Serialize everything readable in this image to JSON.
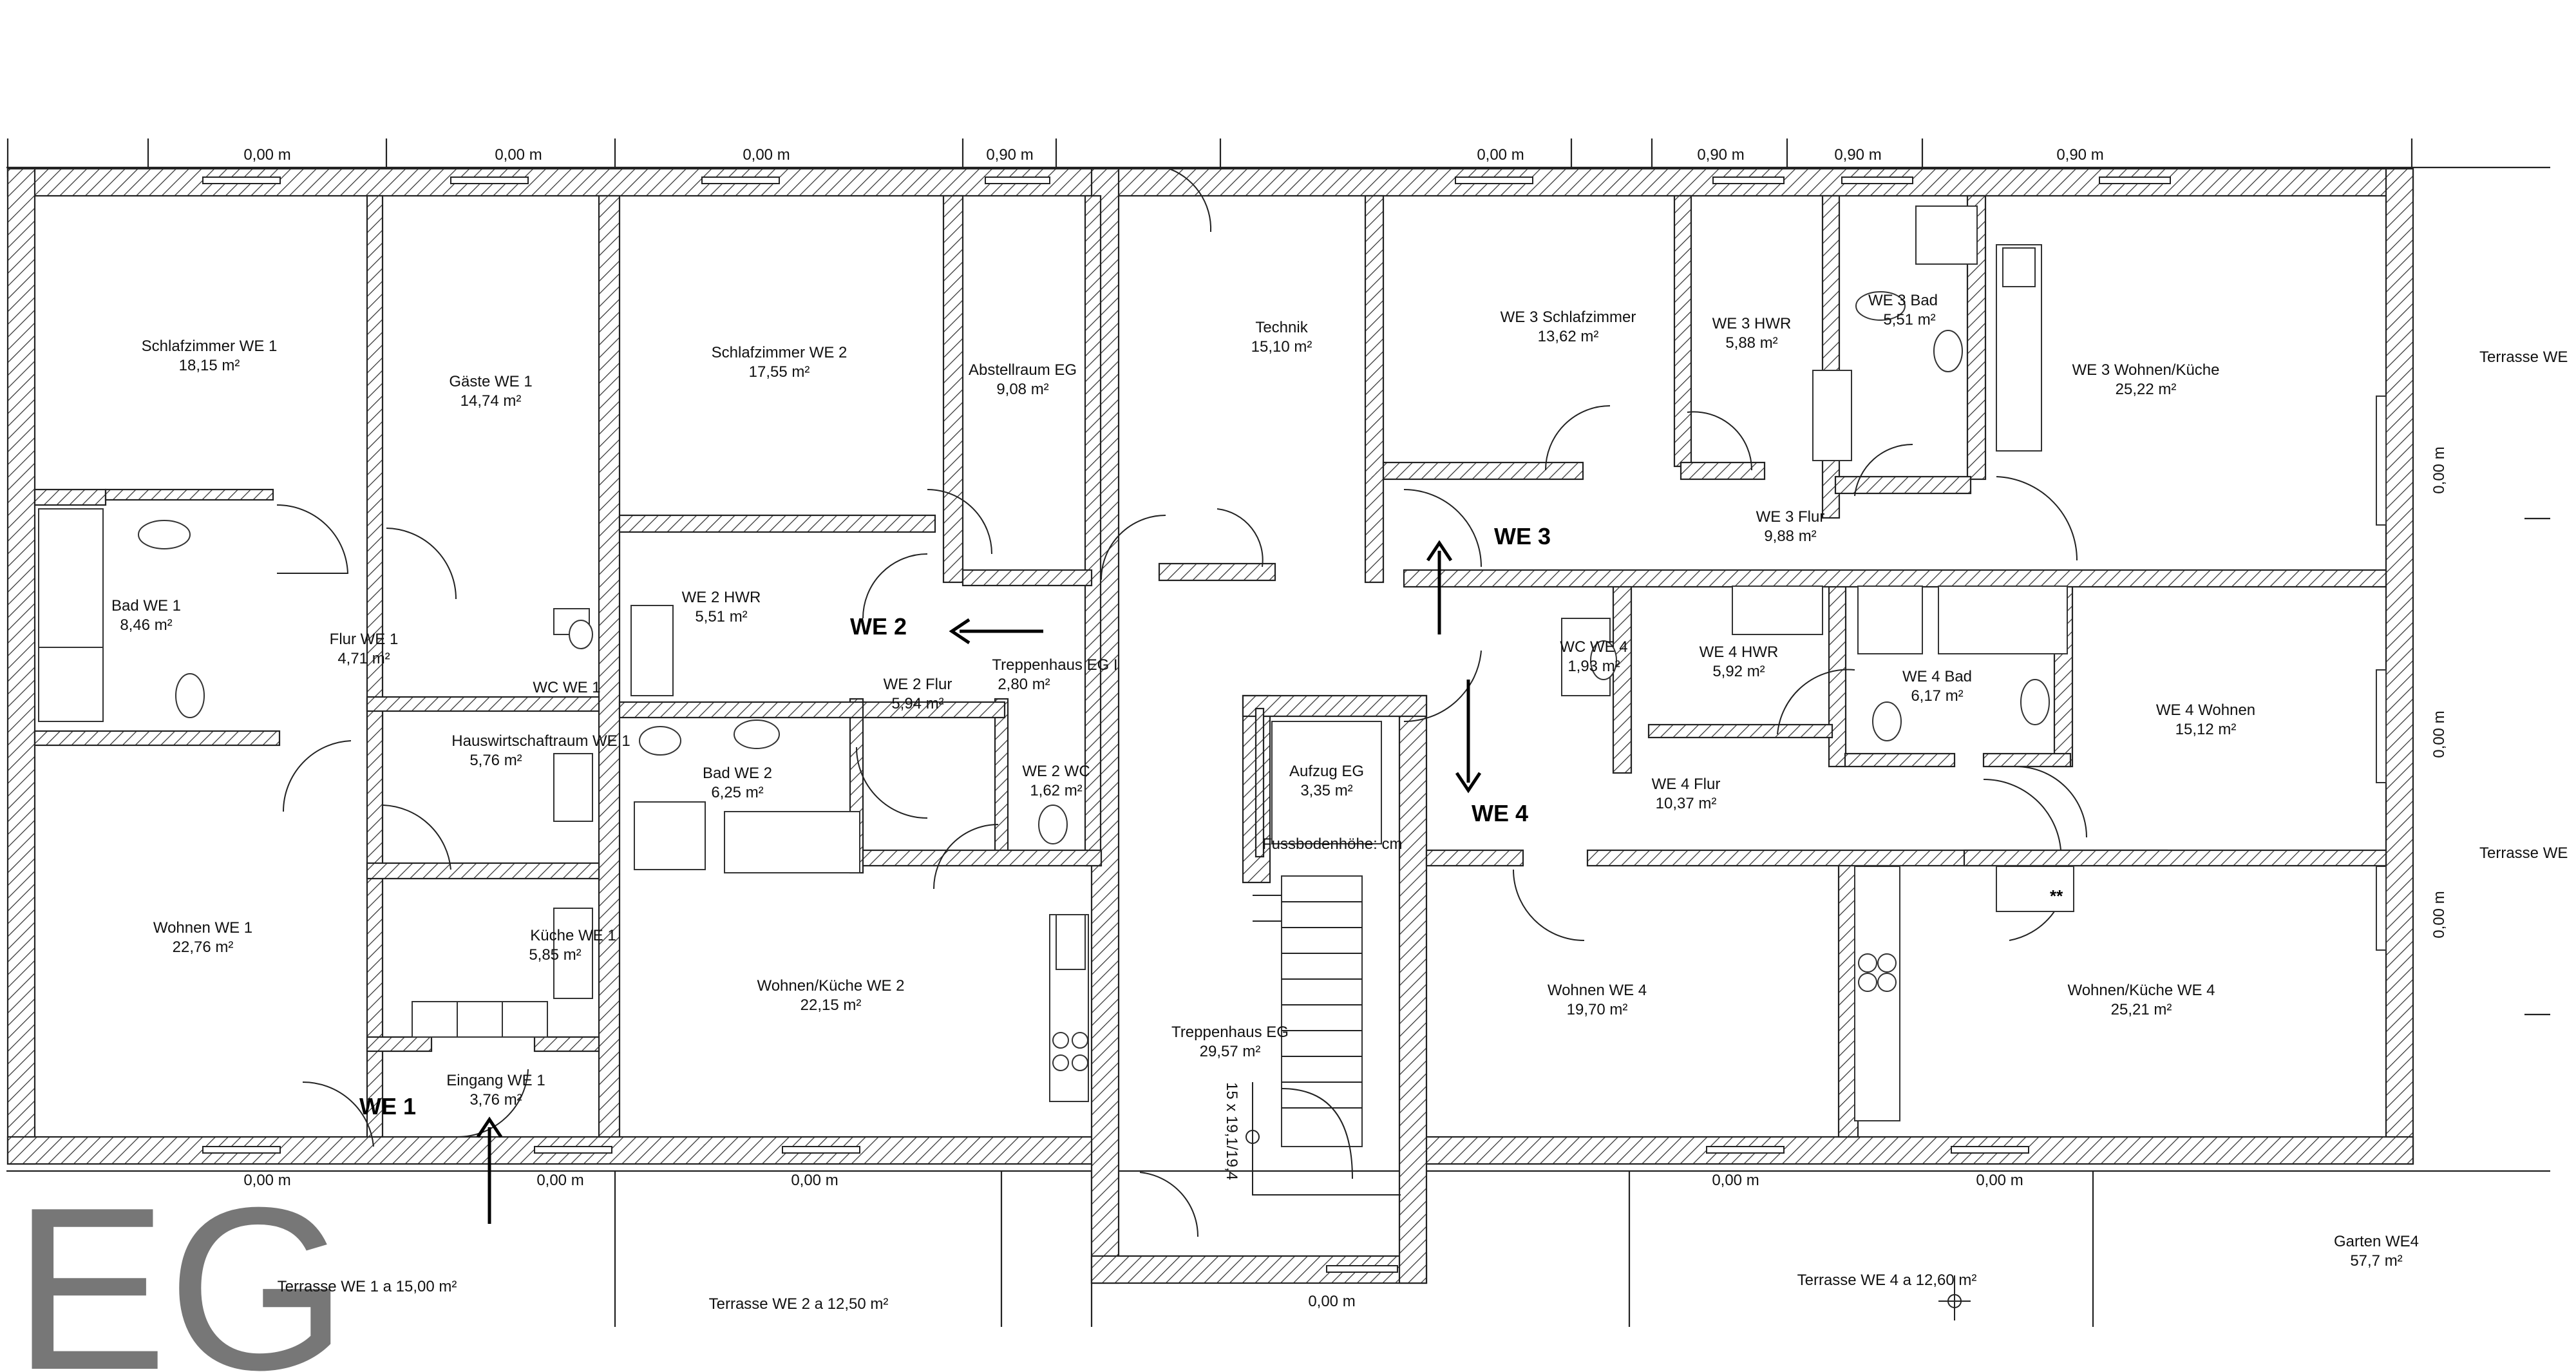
{
  "floor_label": "EG",
  "unit_labels": {
    "we1": "WE 1",
    "we2": "WE 2",
    "we3": "WE 3",
    "we4": "WE 4"
  },
  "rooms": [
    {
      "name": "Schlafzimmer WE 1",
      "area": "18,15 m²"
    },
    {
      "name": "Gäste WE 1",
      "area": "14,74 m²"
    },
    {
      "name": "Schlafzimmer WE 2",
      "area": "17,55 m²"
    },
    {
      "name": "Abstellraum EG",
      "area": "9,08 m²"
    },
    {
      "name": "Technik",
      "area": "15,10 m²"
    },
    {
      "name": "WE 3 Schlafzimmer",
      "area": "13,62 m²"
    },
    {
      "name": "WE 3 HWR",
      "area": "5,88 m²"
    },
    {
      "name": "WE 3 Bad",
      "area": "5,51 m²"
    },
    {
      "name": "WE 3 Wohnen/Küche",
      "area": "25,22 m²"
    },
    {
      "name": "Bad WE 1",
      "area": "8,46 m²"
    },
    {
      "name": "Flur WE 1",
      "area": "4,71 m²"
    },
    {
      "name": "WC WE 1",
      "area": ""
    },
    {
      "name": "WE 2 HWR",
      "area": "5,51 m²"
    },
    {
      "name": "Treppenhaus EG I",
      "area": "2,80 m²"
    },
    {
      "name": "WE 3 Flur",
      "area": "9,88 m²"
    },
    {
      "name": "WE 2 Flur",
      "area": "5,94 m²"
    },
    {
      "name": "WC WE 4",
      "area": "1,93 m²"
    },
    {
      "name": "WE 4 HWR",
      "area": "5,92 m²"
    },
    {
      "name": "WE 4 Bad",
      "area": "6,17 m²"
    },
    {
      "name": "WE 4 Wohnen",
      "area": "15,12 m²"
    },
    {
      "name": "Hauswirtschaftraum WE 1",
      "area": "5,76 m²"
    },
    {
      "name": "Bad WE 2",
      "area": "6,25 m²"
    },
    {
      "name": "WE 2 WC",
      "area": "1,62 m²"
    },
    {
      "name": "Aufzug EG",
      "area": "3,35 m²"
    },
    {
      "name": "WE 4 Flur",
      "area": "10,37 m²"
    },
    {
      "name": "Küche WE 1",
      "area": "5,85 m²"
    },
    {
      "name": "Wohnen WE 1",
      "area": "22,76 m²"
    },
    {
      "name": "Wohnen/Küche WE 2",
      "area": "22,15 m²"
    },
    {
      "name": "Treppenhaus EG",
      "area": "29,57 m²"
    },
    {
      "name": "Wohnen WE 4",
      "area": "19,70 m²"
    },
    {
      "name": "Wohnen/Küche WE 4",
      "area": "25,21 m²"
    },
    {
      "name": "Eingang WE 1",
      "area": "3,76 m²"
    }
  ],
  "outdoor": [
    {
      "name": "Terrasse WE 1 a 15,00 m²"
    },
    {
      "name": "Terrasse WE 2 a 12,50 m²"
    },
    {
      "name": "Terrasse WE 4 a 12,60 m²"
    },
    {
      "name": "Garten WE4",
      "area": "57,7 m²"
    },
    {
      "name": "Terrasse WE"
    },
    {
      "name": "Terrasse WE"
    }
  ],
  "annotations": {
    "stair_spec": "15 x 19,1/19,4",
    "floor_height": "Fussbodenhöhe:  cm",
    "double_star": "**"
  },
  "dimensions_top": [
    "0,00 m",
    "0,00 m",
    "0,00 m",
    "0,90 m",
    "0,00 m",
    "0,90 m",
    "0,90 m",
    "0,90 m"
  ],
  "dimensions_bottom": [
    "0,00 m",
    "0,00 m",
    "0,00 m",
    "0,00 m",
    "0,00 m",
    "0,00 m"
  ],
  "dimensions_right": [
    "0,00 m",
    "0,00 m",
    "0,00 m"
  ],
  "colors": {
    "wall": "#222222",
    "floor_label": "#777777"
  }
}
